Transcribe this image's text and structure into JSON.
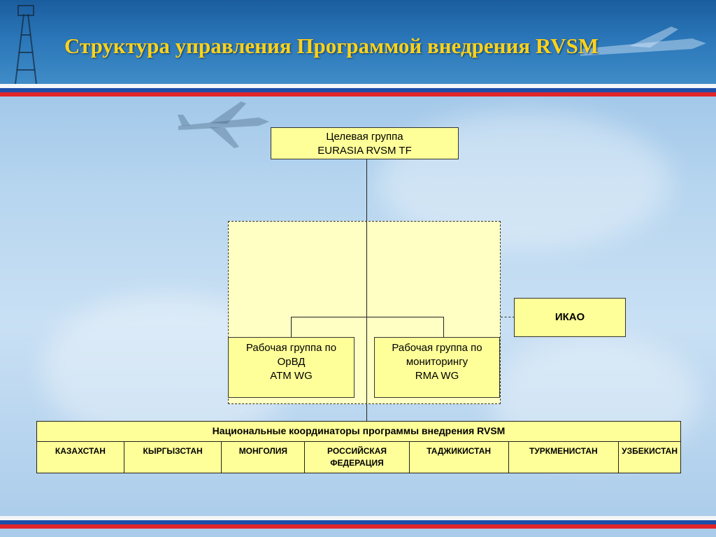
{
  "slide": {
    "title": "Структура управления Программой внедрения RVSM"
  },
  "top_group": {
    "line1": "Целевая группа",
    "line2": "EURASIA RVSM TF"
  },
  "working_groups": [
    {
      "line1": "Рабочая группа по",
      "line2": "ОрВД",
      "line3": "ATM WG"
    },
    {
      "line1": "Рабочая группа по",
      "line2": "мониторингу",
      "line3": "RMA WG"
    }
  ],
  "icao": {
    "label": "ИКАО"
  },
  "national": {
    "header": "Национальные координаторы программы внедрения RVSM",
    "countries": [
      {
        "line1": "КАЗАХСТАН",
        "line2": ""
      },
      {
        "line1": "КЫРГЫЗСТАН",
        "line2": ""
      },
      {
        "line1": "МОНГОЛИЯ",
        "line2": ""
      },
      {
        "line1": "РОССИЙСКАЯ",
        "line2": "ФЕДЕРАЦИЯ"
      },
      {
        "line1": "ТАДЖИКИСТАН",
        "line2": ""
      },
      {
        "line1": "ТУРКМЕНИСТАН",
        "line2": ""
      },
      {
        "line1": "УЗБЕКИСТАН",
        "line2": ""
      }
    ]
  },
  "colors": {
    "title": "#ffd21a",
    "box_fill": "#ffff99",
    "dashed_fill": "#ffffc4",
    "header_blue": "#1a5d9e",
    "stripe_white": "#f4f6f8",
    "stripe_blue": "#1d4fa8",
    "stripe_red": "#e0262b"
  }
}
